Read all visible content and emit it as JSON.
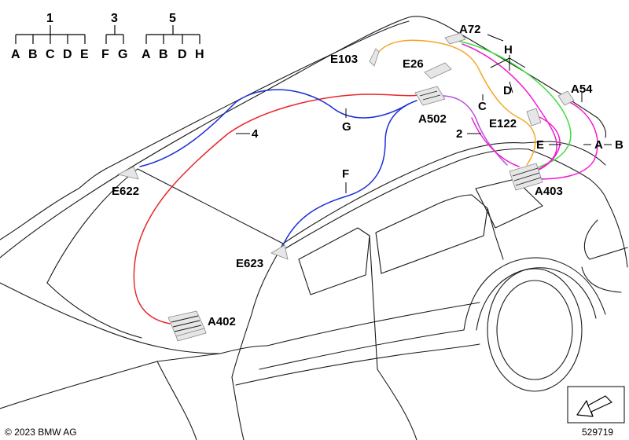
{
  "legend": {
    "groups": [
      {
        "number": "1",
        "letters": [
          "A",
          "B",
          "C",
          "D",
          "E"
        ]
      },
      {
        "number": "3",
        "letters": [
          "F",
          "G"
        ]
      },
      {
        "number": "5",
        "letters": [
          "A",
          "B",
          "D",
          "H"
        ]
      }
    ]
  },
  "components": {
    "A72": "A72",
    "E103": "E103",
    "E26": "E26",
    "A54": "A54",
    "A502": "A502",
    "E122": "E122",
    "A403": "A403",
    "E622": "E622",
    "E623": "E623",
    "A402": "A402"
  },
  "wire_labels": {
    "h": "H",
    "d": "D",
    "c": "C",
    "g": "G",
    "f": "F",
    "e": "E",
    "a": "A",
    "b": "B",
    "n2": "2",
    "n4": "4"
  },
  "wire_colors": {
    "red": "#e8262a",
    "blue": "#1c2fd6",
    "orange": "#f5a623",
    "magenta": "#ee1fd0",
    "violet": "#b44fe0",
    "green": "#3ddc3d"
  },
  "footer": {
    "copyright": "© 2023 BMW AG",
    "diagram_number": "529719"
  },
  "icons": [
    "direction-arrow-icon"
  ]
}
